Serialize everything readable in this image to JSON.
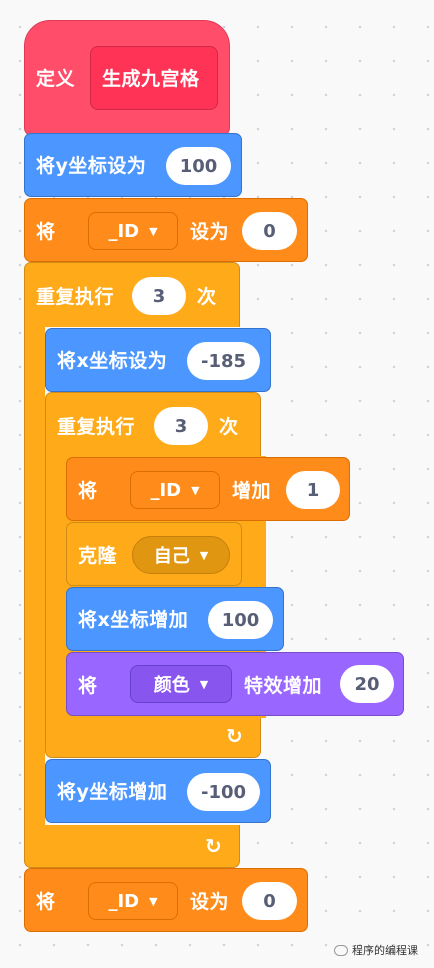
{
  "define": {
    "label": "定义",
    "name": "生成九宫格"
  },
  "b1": {
    "label": "将y坐标设为",
    "value": "100"
  },
  "b2": {
    "pre": "将",
    "var": "_ID",
    "post": "设为",
    "value": "0"
  },
  "repeat_outer": {
    "label": "重复执行",
    "value": "3",
    "post": "次"
  },
  "b3": {
    "label": "将x坐标设为",
    "value": "-185"
  },
  "repeat_inner": {
    "label": "重复执行",
    "value": "3",
    "post": "次"
  },
  "b4": {
    "pre": "将",
    "var": "_ID",
    "post": "增加",
    "value": "1"
  },
  "b5": {
    "label": "克隆",
    "target": "自己"
  },
  "b6": {
    "label": "将x坐标增加",
    "value": "100"
  },
  "b7": {
    "pre": "将",
    "effect": "颜色",
    "post": "特效增加",
    "value": "20"
  },
  "b8": {
    "label": "将y坐标增加",
    "value": "-100"
  },
  "b9": {
    "pre": "将",
    "var": "_ID",
    "post": "设为",
    "value": "0"
  },
  "loop_icon": "↻",
  "dropdown_arrow": "▼",
  "watermark": "程序的编程课",
  "colors": {
    "events": "#ff4d6a",
    "motion": "#4c97ff",
    "variables": "#ff8c1a",
    "control": "#ffab19",
    "looks": "#9966ff"
  }
}
